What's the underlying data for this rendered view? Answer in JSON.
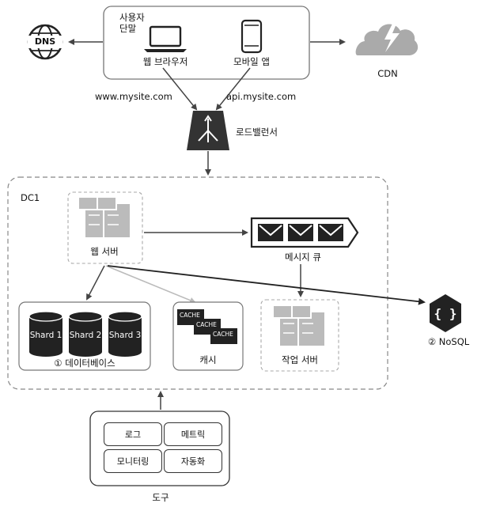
{
  "user_devices": {
    "title_line1": "사용자",
    "title_line2": "단말",
    "web_browser": "웹 브라우저",
    "mobile_app": "모바일 앱"
  },
  "dns": {
    "label": "DNS"
  },
  "cdn": {
    "label": "CDN"
  },
  "links": {
    "web_domain": "www.mysite.com",
    "api_domain": "api.mysite.com"
  },
  "load_balancer": {
    "label": "로드밸런서"
  },
  "dc": {
    "label": "DC1",
    "web_server": "웹 서버",
    "message_queue": "메시지 큐",
    "database": "① 데이터베이스",
    "shards": [
      "Shard 1",
      "Shard 2",
      "Shard 3"
    ],
    "cache": "캐시",
    "cache_chips": [
      "CACHE",
      "CACHE",
      "CACHE"
    ],
    "worker": "작업 서버"
  },
  "nosql": {
    "label": "② NoSQL"
  },
  "tools": {
    "title": "도구",
    "items": [
      "로그",
      "메트릭",
      "모니터링",
      "자동화"
    ]
  }
}
